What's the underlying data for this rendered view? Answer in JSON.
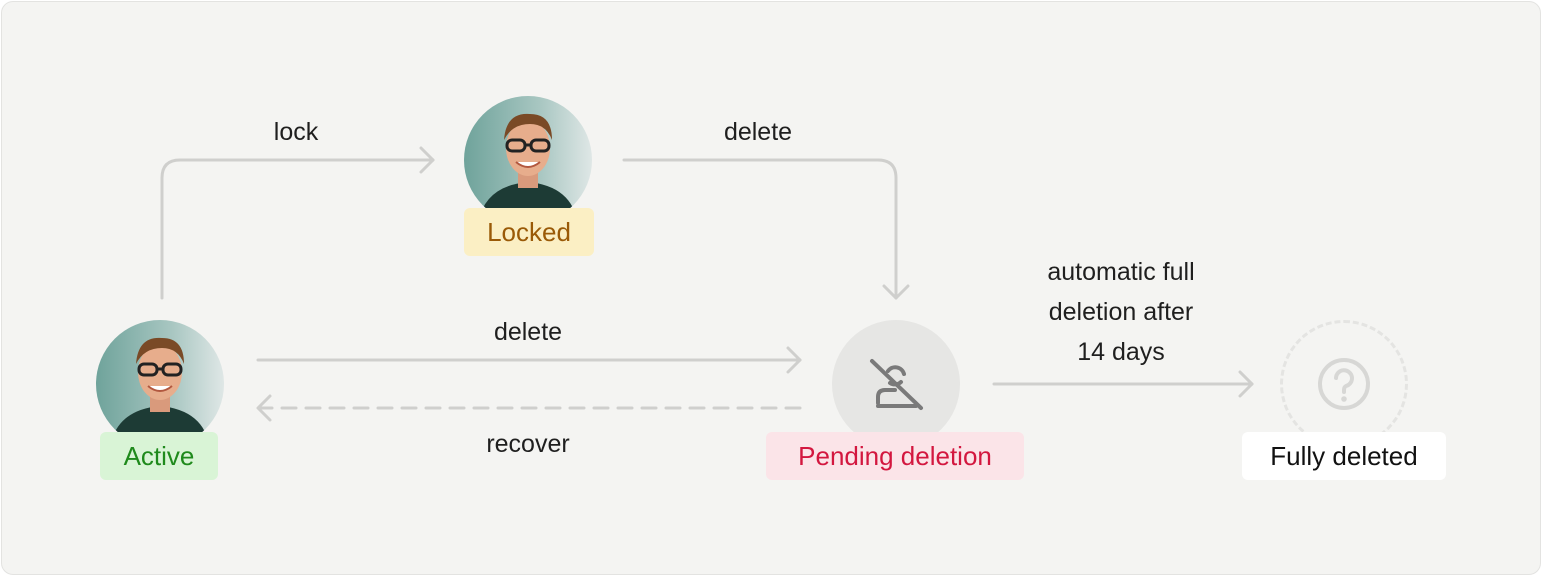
{
  "states": {
    "active": "Active",
    "locked": "Locked",
    "pending": "Pending deletion",
    "deleted": "Fully deleted"
  },
  "transitions": {
    "lock": "lock",
    "delete_from_locked": "delete",
    "delete_from_active": "delete",
    "recover": "recover",
    "auto_delete_line1": "automatic full",
    "auto_delete_line2": "deletion after",
    "auto_delete_line3": "14 days"
  },
  "colors": {
    "background": "#f4f4f2",
    "arrow": "#cfcfcd",
    "locked_badge": "#fbefc4",
    "locked_text": "#9a5a07",
    "active_badge": "#d9f4d6",
    "active_text": "#1f8a1c",
    "pending_badge": "#fbe4e8",
    "pending_text": "#d3173f"
  },
  "icons": {
    "pending": "user-slash-icon",
    "deleted": "question-circle-icon"
  }
}
